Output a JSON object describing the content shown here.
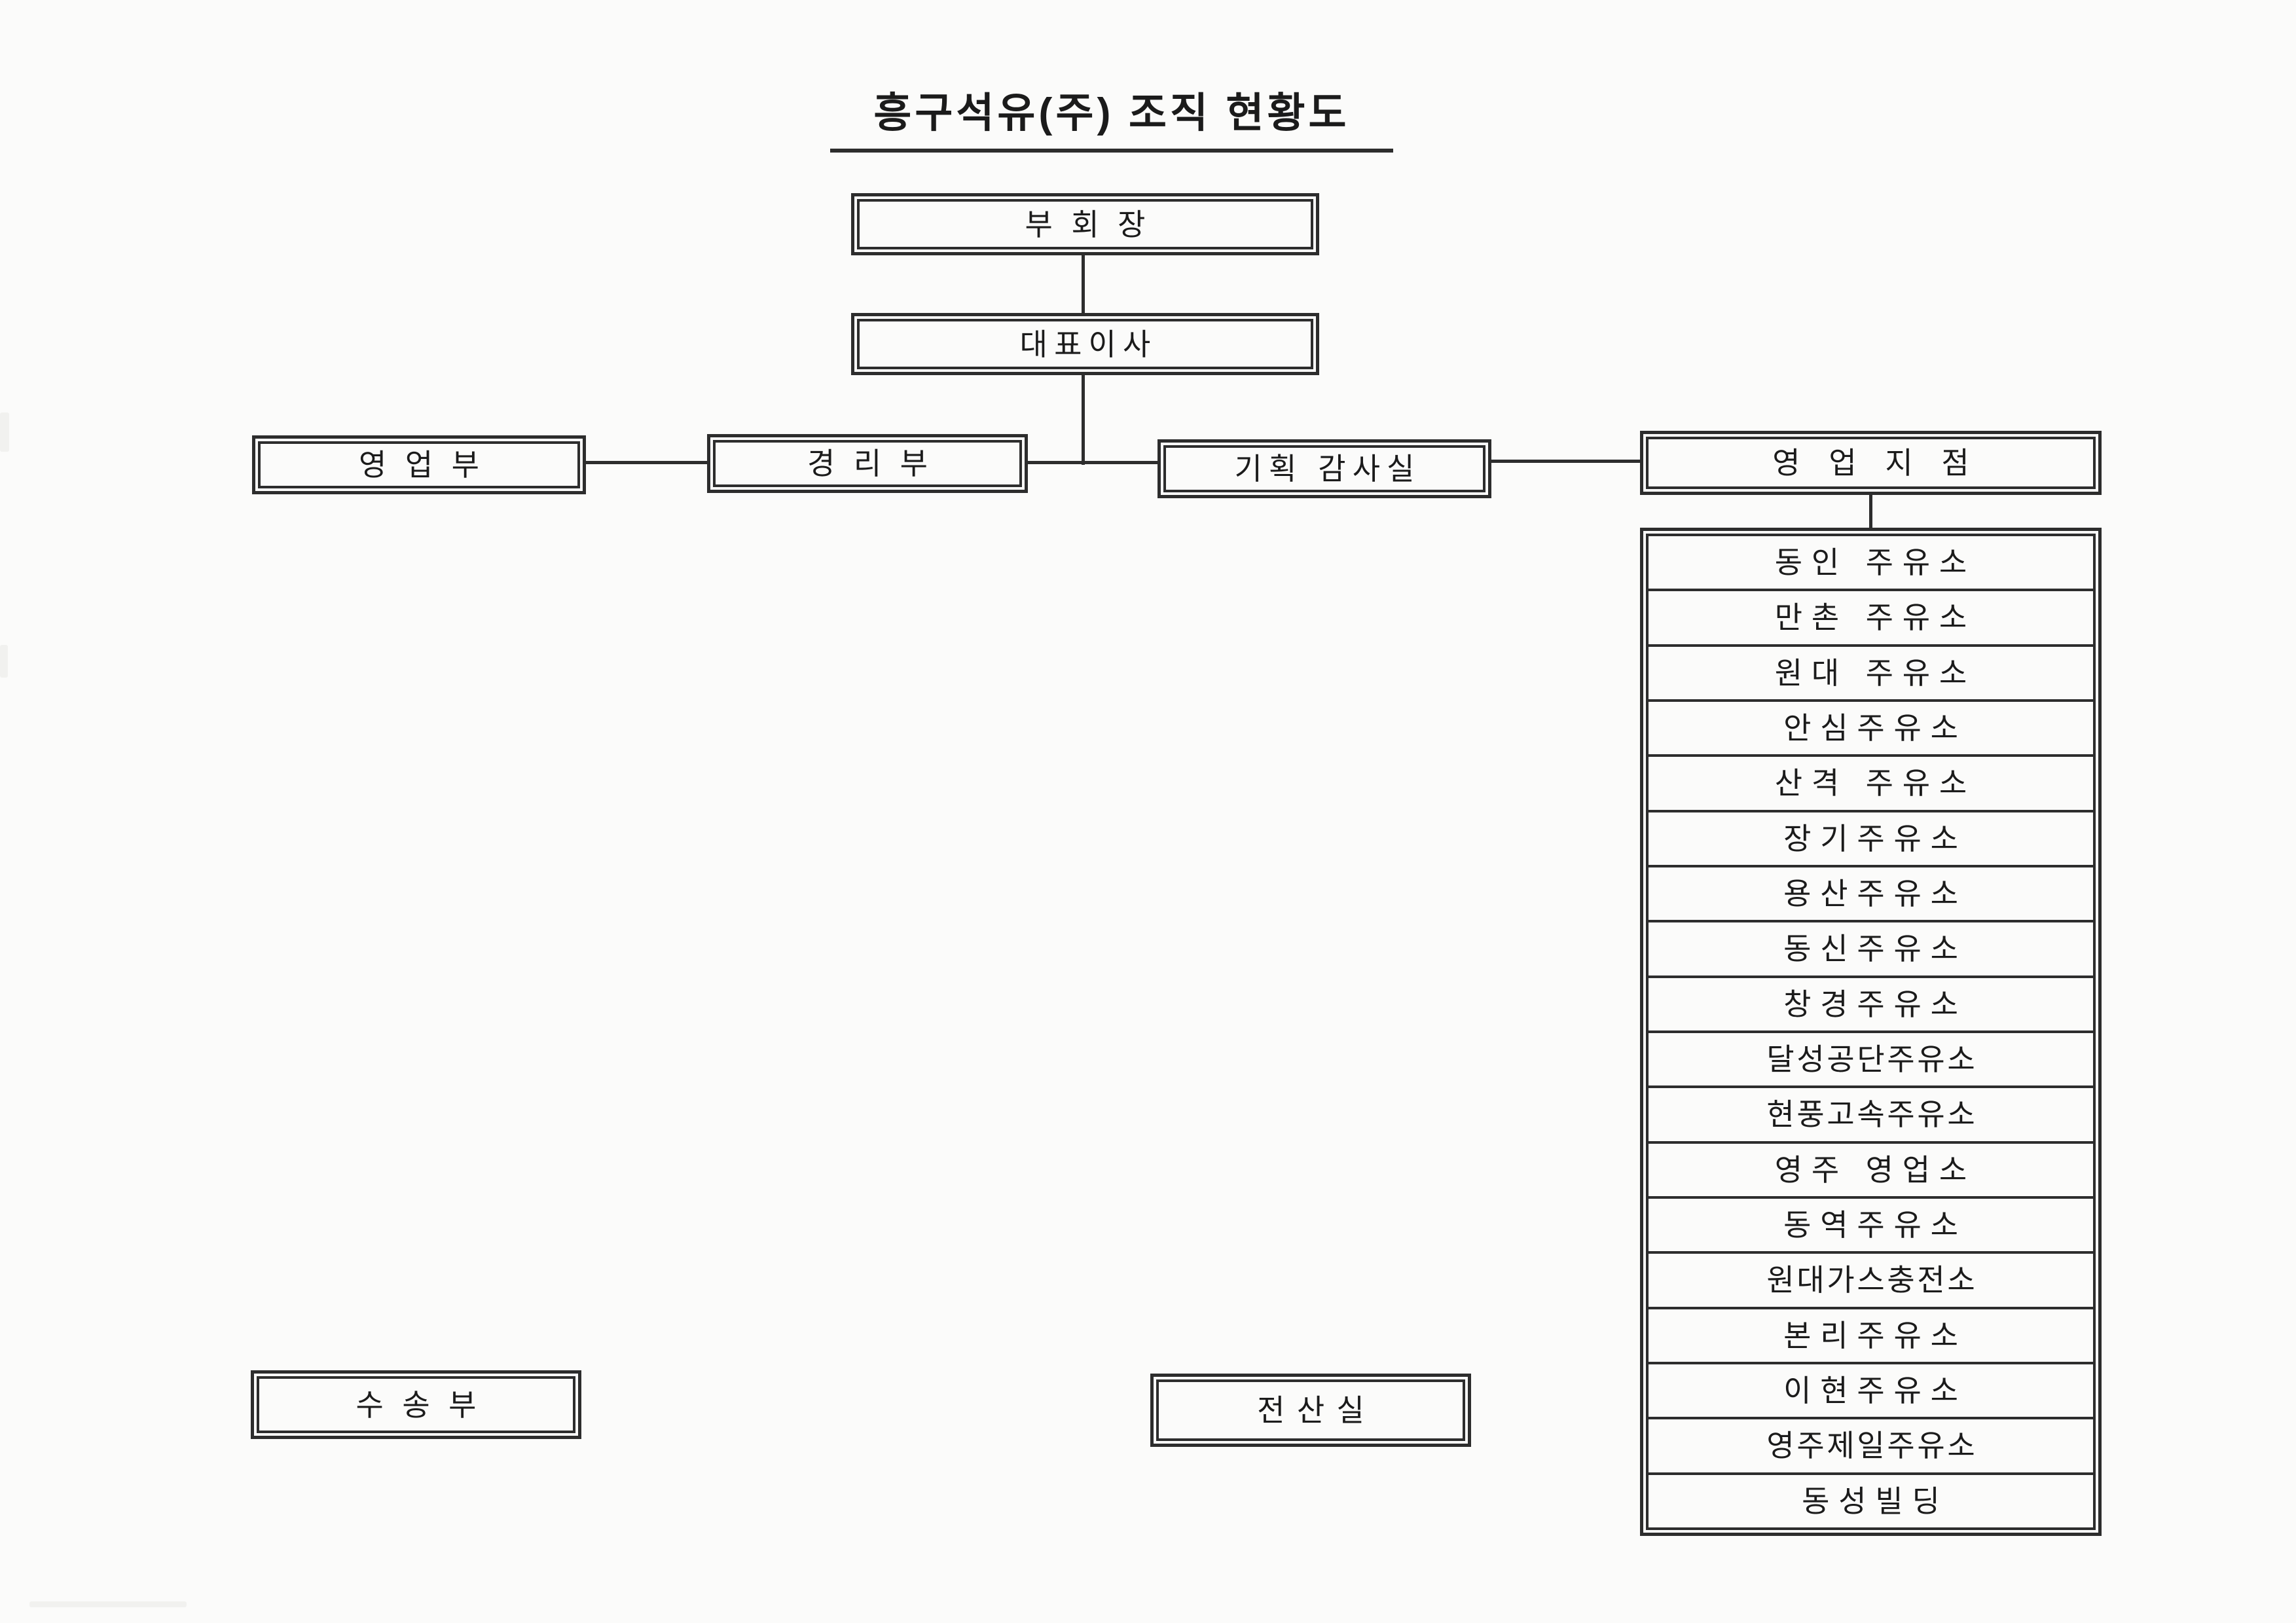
{
  "document": {
    "title": "흥구석유(주) 조직 현황도"
  },
  "org": {
    "vice_chairman": "부회장",
    "ceo": "대표이사",
    "departments": {
      "sales": "영업부",
      "accounting": "경리부",
      "planning_audit": "기획 감사실",
      "branch_offices": "영업지점",
      "transport": "수송부",
      "computing": "전산실"
    },
    "branches": [
      "동인 주유소",
      "만촌 주유소",
      "원대 주유소",
      "안심주유소",
      "산격 주유소",
      "장기주유소",
      "용산주유소",
      "동신주유소",
      "창경주유소",
      "달성공단주유소",
      "현풍고속주유소",
      "영주 영업소",
      "동역주유소",
      "원대가스충전소",
      "본리주유소",
      "이현주유소",
      "영주제일주유소",
      "동성빌딩"
    ]
  },
  "colors": {
    "ink": "#2d2d2d",
    "paper": "#fbfbfa"
  }
}
